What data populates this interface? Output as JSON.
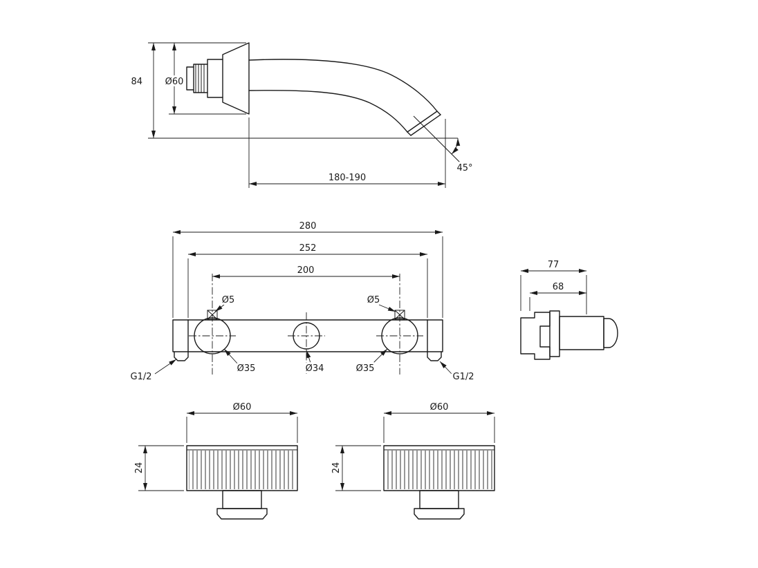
{
  "labels": {
    "spout": {
      "height": "84",
      "diameter": "Ø60",
      "reach": "180-190",
      "angle": "45°"
    },
    "front": {
      "overall_width": "280",
      "inner_width": "252",
      "centers_distance": "200",
      "screw_left": "Ø5",
      "screw_right": "Ø5",
      "valve_left": "Ø35",
      "center_hole": "Ø34",
      "valve_right": "Ø35",
      "thread_left": "G1/2",
      "thread_right": "G1/2"
    },
    "side": {
      "depth_total": "77",
      "depth_body": "68"
    },
    "handles": {
      "left": {
        "diameter": "Ø60",
        "height": "24"
      },
      "right": {
        "diameter": "Ø60",
        "height": "24"
      }
    }
  },
  "colors": {
    "line": "#1a1a1a",
    "background": "#ffffff"
  }
}
